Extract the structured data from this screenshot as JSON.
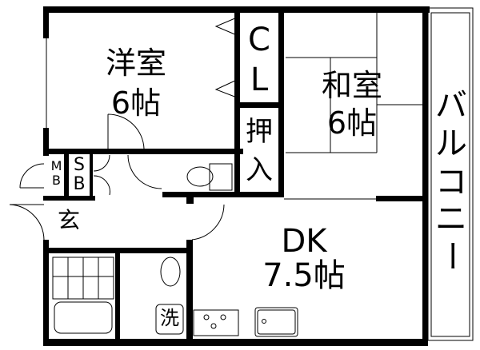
{
  "floorplan": {
    "rooms": [
      {
        "id": "western-room",
        "name": "洋室",
        "size": "6帖"
      },
      {
        "id": "closet",
        "name_line1": "C",
        "name_line2": "L"
      },
      {
        "id": "japanese-room",
        "name": "和室",
        "size": "6帖"
      },
      {
        "id": "oshiire",
        "name_line1": "押",
        "name_line2": "入"
      },
      {
        "id": "balcony",
        "chars": [
          "バ",
          "ル",
          "コ",
          "ニ",
          "ー"
        ]
      },
      {
        "id": "mb",
        "line1": "M",
        "line2": "B"
      },
      {
        "id": "sb",
        "line1": "S",
        "line2": "B"
      },
      {
        "id": "entrance",
        "name": "玄"
      },
      {
        "id": "dk",
        "name": "DK",
        "size": "7.5帖"
      },
      {
        "id": "laundry",
        "name": "洗"
      }
    ]
  }
}
